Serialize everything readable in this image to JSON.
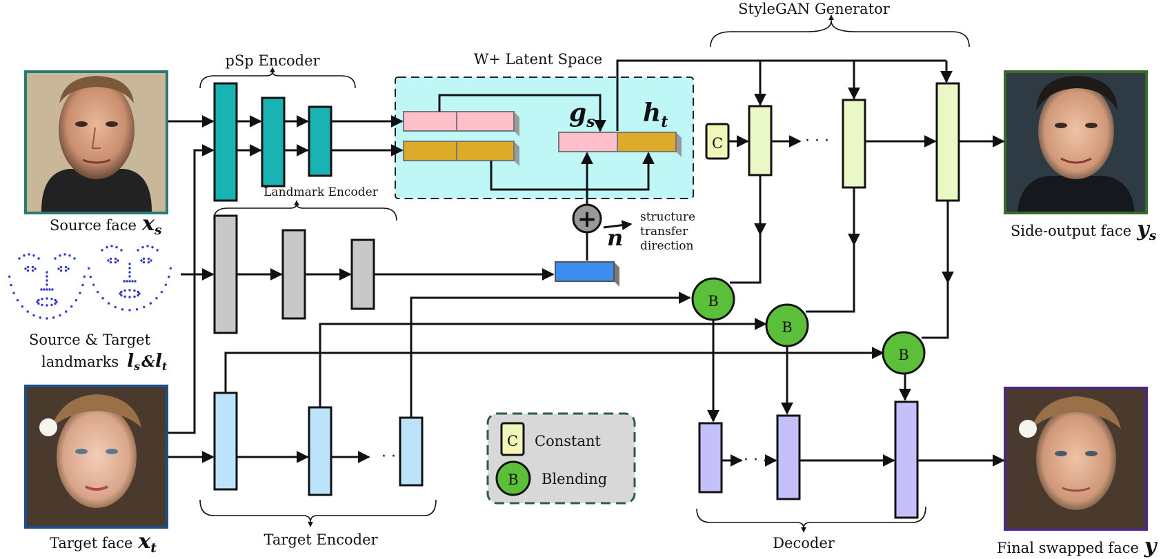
{
  "labels": {
    "stylegan_generator": "StyleGAN Generator",
    "psp_encoder": "pSp Encoder",
    "w_plus_latent_space": "W+ Latent Space",
    "landmark_encoder": "Landmark Encoder",
    "target_encoder": "Target Encoder",
    "decoder": "Decoder",
    "structure_transfer_line1": "structure",
    "structure_transfer_line2": "transfer",
    "structure_transfer_line3": "direction",
    "source_face": "Source face",
    "target_face": "Target face",
    "side_output_face": "Side-output face",
    "final_swapped_face": "Final swapped face",
    "landmarks_line1": "Source & Target",
    "landmarks_line2": "landmarks",
    "amp": "&"
  },
  "math": {
    "x": "x",
    "s": "s",
    "t": "t",
    "y": "y",
    "l": "l",
    "g": "g",
    "h": "h",
    "n": "n"
  },
  "blocks": {
    "constant": "C",
    "blending": "B",
    "ellipsis": "· · ·",
    "plus": "+"
  },
  "legend": {
    "constant_label": "Constant",
    "blending_label": "Blending"
  },
  "colors": {
    "psp_teal": "#19b3b3",
    "landmark_gray": "#c8c8c8",
    "target_blue": "#bde3fb",
    "generator_green": "#eaf8c6",
    "decoder_purple": "#c4c0fa",
    "blend_green": "#5bbf3a",
    "latent_bg": "#bff7f7",
    "latent_pink": "#ffbfca",
    "latent_gold": "#dcab2a",
    "direction_blue": "#3b8df0",
    "constant_fill": "#f0f7b8",
    "source_frame": "#2b7a72",
    "target_frame": "#1f4f87",
    "side_frame": "#3a6b2a",
    "final_frame": "#4a2a7a"
  }
}
